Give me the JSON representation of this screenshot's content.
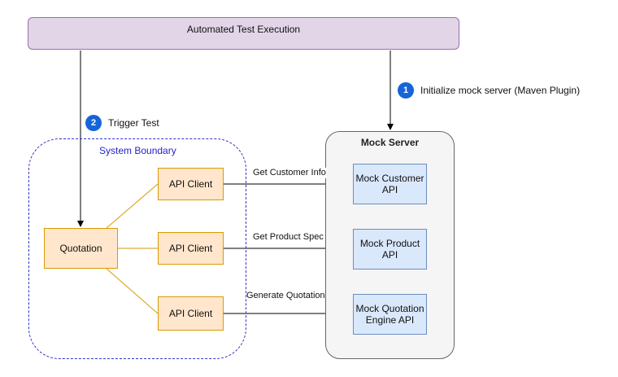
{
  "top_box": {
    "label": "Automated Test Execution"
  },
  "system_boundary": {
    "label": "System Boundary"
  },
  "mock_server": {
    "label": "Mock Server"
  },
  "quotation": {
    "label": "Quotation"
  },
  "api_clients": [
    {
      "label": "API Client"
    },
    {
      "label": "API Client"
    },
    {
      "label": "API Client"
    }
  ],
  "mock_apis": [
    {
      "label": "Mock Customer API"
    },
    {
      "label": "Mock Product API"
    },
    {
      "label": "Mock Quotation Engine API"
    }
  ],
  "edges": [
    {
      "label": "Get Customer Info"
    },
    {
      "label": "Get Product Spec"
    },
    {
      "label": "Generate Quotation"
    }
  ],
  "steps": [
    {
      "number": "1",
      "label": "Initialize mock server (Maven Plugin)"
    },
    {
      "number": "2",
      "label": "Trigger Test"
    }
  ],
  "colors": {
    "purple_fill": "#e1d5e7",
    "orange_fill": "#ffe6cc",
    "blue_fill": "#dae8fc",
    "step_badge": "#1565d8",
    "boundary": "#3333cc"
  }
}
